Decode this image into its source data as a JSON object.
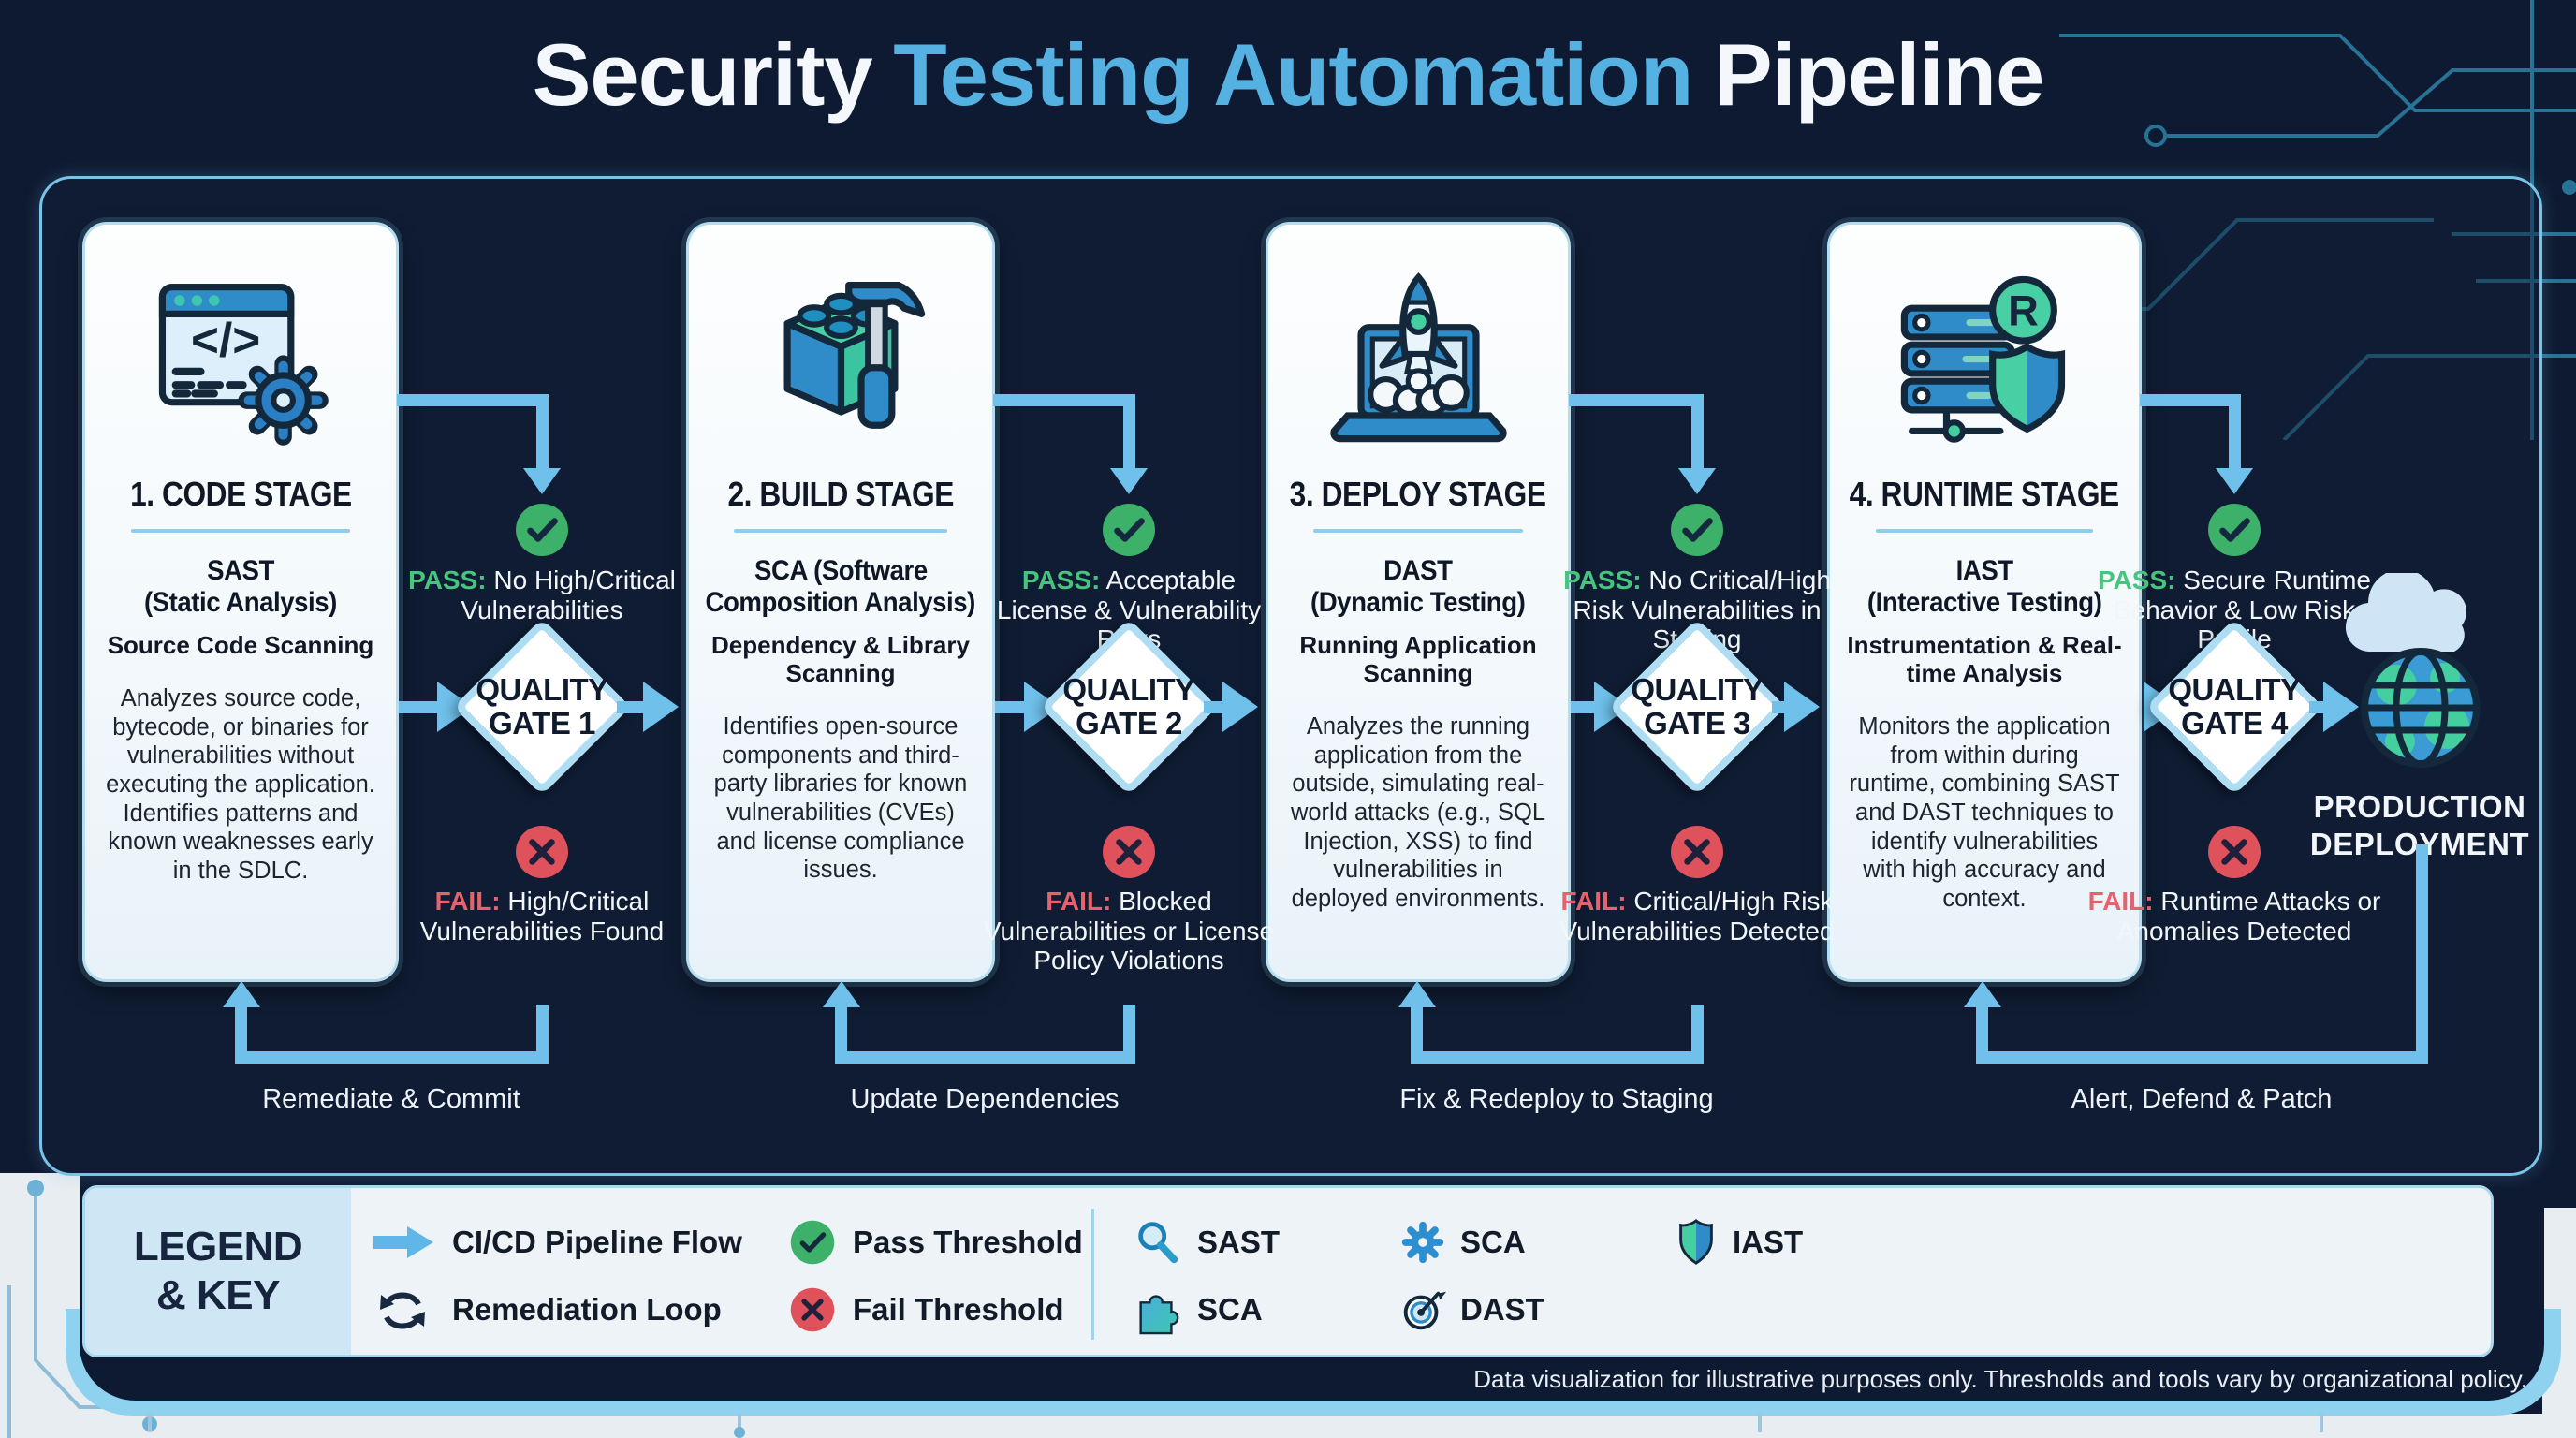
{
  "title": {
    "pre": "Security",
    "accent": "Testing Automation",
    "post": "Pipeline"
  },
  "stages": [
    {
      "header": "1. CODE STAGE",
      "tool1": "SAST",
      "tool2": "(Static Analysis)",
      "subtitle": "Source Code Scanning",
      "description": "Analyzes source code, bytecode, or binaries for vulnerabilities without executing the application. Identifies patterns and known weaknesses early in the SDLC.",
      "icon": "code-window-gear-icon"
    },
    {
      "header": "2. BUILD STAGE",
      "tool1": "SCA (Software",
      "tool2": "Composition Analysis)",
      "subtitle": "Dependency & Library Scanning",
      "description": "Identifies open-source components and third-party libraries for known vulnerabilities (CVEs) and license compliance issues.",
      "icon": "brick-hammer-icon"
    },
    {
      "header": "3. DEPLOY STAGE",
      "tool1": "DAST",
      "tool2": "(Dynamic Testing)",
      "subtitle": "Running Application Scanning",
      "description": "Analyzes the running application from the outside, simulating real-world attacks (e.g., SQL Injection, XSS) to find vulnerabilities in deployed environments.",
      "icon": "laptop-rocket-icon"
    },
    {
      "header": "4. RUNTIME STAGE",
      "tool1": "IAST",
      "tool2": "(Interactive Testing)",
      "subtitle": "Instrumentation & Real-time Analysis",
      "description": "Monitors the application from within during runtime, combining SAST and DAST techniques to identify vulnerabilities with high accuracy and context.",
      "icon": "server-shield-icon"
    }
  ],
  "gates": [
    {
      "label1": "QUALITY",
      "label2": "GATE 1",
      "pass_prefix": "PASS:",
      "pass_text": "No High/Critical Vulnerabilities",
      "fail_prefix": "FAIL:",
      "fail_text": "High/Critical Vulnerabilities Found"
    },
    {
      "label1": "QUALITY",
      "label2": "GATE 2",
      "pass_prefix": "PASS:",
      "pass_text": "Acceptable License & Vulnerability Risks",
      "fail_prefix": "FAIL:",
      "fail_text": "Blocked Vulnerabilities or License Policy Violations"
    },
    {
      "label1": "QUALITY",
      "label2": "GATE 3",
      "pass_prefix": "PASS:",
      "pass_text": "No Critical/High Risk Vulnerabilities in Staging",
      "fail_prefix": "FAIL:",
      "fail_text": "Critical/High Risk Vulnerabilities Detected"
    },
    {
      "label1": "QUALITY",
      "label2": "GATE 4",
      "pass_prefix": "PASS:",
      "pass_text": "Secure Runtime Behavior & Low Risk Profile",
      "fail_prefix": "FAIL:",
      "fail_text": "Runtime Attacks or Anomalies Detected"
    }
  ],
  "loops": [
    "Remediate & Commit",
    "Update Dependencies",
    "Fix & Redeploy to Staging",
    "Alert, Defend & Patch"
  ],
  "production": {
    "line1": "PRODUCTION",
    "line2": "DEPLOYMENT"
  },
  "legend": {
    "title1": "LEGEND",
    "title2": "& KEY",
    "flow": "CI/CD Pipeline Flow",
    "remediation": "Remediation Loop",
    "pass": "Pass Threshold",
    "fail": "Fail Threshold",
    "sast": "SAST",
    "sca_puzzle": "SCA",
    "sca_gear": "SCA",
    "dast": "DAST",
    "iast": "IAST"
  },
  "footer": {
    "disclaimer": "Data visualization for illustrative purposes only. Thresholds and tools vary by organizational policy."
  },
  "colors": {
    "background": "#0e1a31",
    "title_accent": "#55b1e2",
    "arrow_blue": "#6fc0ea",
    "cyan_band": "#8fd2f0",
    "pass_green": "#3db069",
    "pass_text_green": "#47c47d",
    "fail_red": "#df525b",
    "fail_text_red": "#e4636d",
    "card_border": "#b5ddf0",
    "diamond_border": "#aedcf3",
    "legend_panel": "#cfe7f5"
  }
}
